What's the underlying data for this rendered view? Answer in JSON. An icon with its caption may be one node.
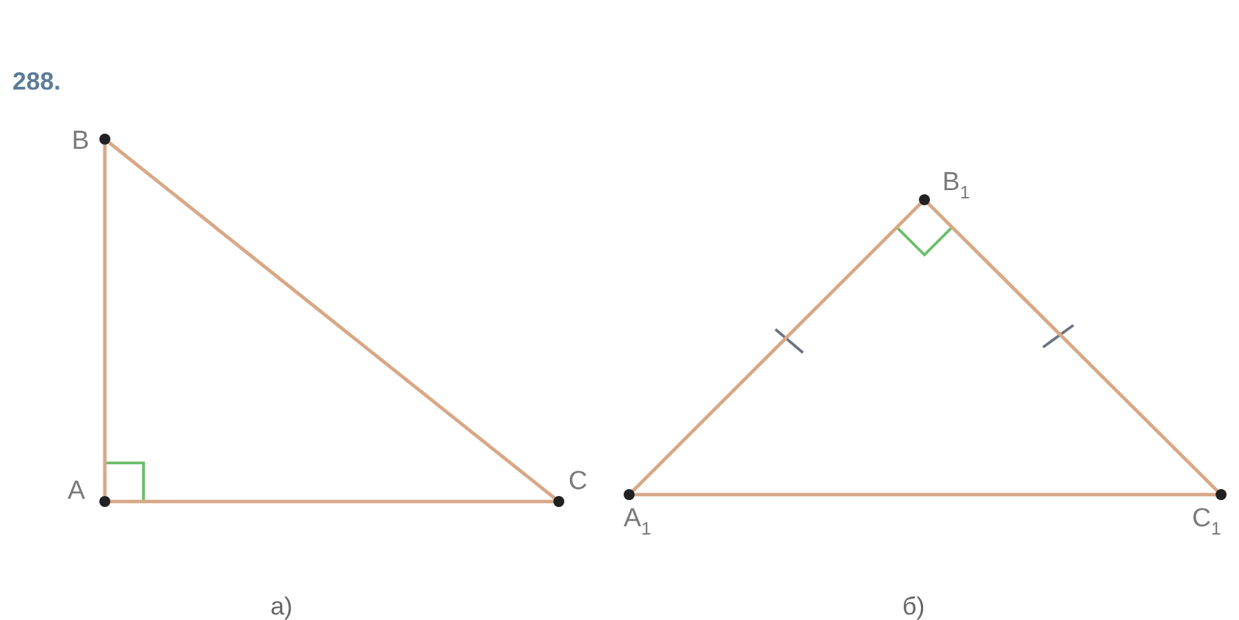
{
  "diagram": {
    "nodes": [
      {
        "text": [
          "B"
        ]
      },
      {
        "text": [
          "A"
        ]
      },
      {
        "text": [
          "C"
        ]
      },
      {
        "text": [
          "B$_{1}$"
        ]
      },
      {
        "text": [
          "A$_{1}$"
        ]
      },
      {
        "text": [
          "C$_{1}$"
        ]
      }
    ],
    "edges": [
      {
        "from": 1,
        "to": 0,
        "arrow": "none"
      },
      {
        "from": 0,
        "to": 2,
        "arrow": "none"
      },
      {
        "from": 1,
        "to": 2,
        "arrow": "none"
      },
      {
        "from": 4,
        "to": 3,
        "arrow": "none"
      },
      {
        "from": 3,
        "to": 5,
        "arrow": "none"
      },
      {
        "from": 4,
        "to": 5,
        "arrow": "none"
      }
    ],
    "labels": [
      "288.",
      "а)",
      "б)"
    ]
  }
}
